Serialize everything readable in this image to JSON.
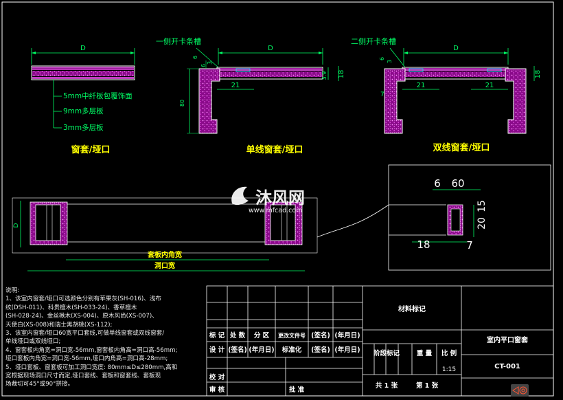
{
  "views": {
    "plain": {
      "title": "窗套/垭口",
      "dim_label": "D",
      "leaders": [
        "5mm中纤板包覆饰面",
        "9mm多层板",
        "3mm多层板"
      ]
    },
    "single": {
      "title": "单线窗套/垭口",
      "callout": "一侧开卡条槽",
      "dims": {
        "d": "D",
        "a": "6",
        "b": "6",
        "c": "3",
        "w21": "21",
        "h18": "18",
        "h39": "3.9",
        "h80": "80"
      }
    },
    "double": {
      "title": "双线窗套/垭口",
      "callout": "二侧开卡条槽",
      "dims": {
        "d": "D",
        "a": "6",
        "b": "3",
        "c": "7",
        "w21a": "21",
        "w21b": "21",
        "h18": "18"
      }
    }
  },
  "elevation": {
    "dim_d": "D",
    "inner_width_label": "套板内角宽",
    "opening_width_label": "洞口宽"
  },
  "detail": {
    "dims": {
      "d6": "6",
      "d60": "60",
      "d15": "15",
      "d20": "20",
      "d18": "18",
      "d7": "7"
    }
  },
  "watermark": {
    "brand": "沐风网",
    "url": "www.mfcad.com"
  },
  "notes": [
    "说明:",
    "1、该室内窗套/垭口可选颜色分别有苹果灰(SH-016)、浅布",
    "纹(DSH-011)、科贵檀木(SH-033-24)、香草檀木",
    "(SH-028-24)、金丝楸木(XS-004)、原木风尚(XS-007)、",
    "天使白(XS-008)和瑞士黑胡桃(XS-112);",
    "3、该室内窗套/垭口60宽平口套线,可做单线窗套或双线窗套/",
    "单线垭口或双线垭口;",
    "4、窗套板内角宽=洞口宽-56mm,窗套板内角高=洞口高-56mm;",
    "垭口套板内角宽=洞口宽-56mm,垭口内角高=洞口高-28mm;",
    "5、垭口套板、窗套板可加工洞口宽度: 80mm≤D≤280mm,高和",
    "宽根据现场洞口尺寸而定,垭口套线、套板和窗套线、套板现",
    "场裁切可45°或90°拼接。"
  ],
  "title_block": {
    "row1": [
      "标 记",
      "处 数",
      "分 区",
      "更改文件号",
      "(签名)",
      "(年月日)"
    ],
    "row2": [
      "设 计",
      "(签名)",
      "(年月日)",
      "标准化",
      "(签名)",
      "(年月日)"
    ],
    "check": "校 对",
    "review": "审 核",
    "approve": "批 准",
    "material": "材料标记",
    "stage": "阶段标记",
    "weight": "重 量",
    "scale_label": "比 例",
    "scale_value": "1:15",
    "total_sheets": "共 1 张",
    "sheet_no": "第 1 张",
    "drawing_name": "室内平口窗套",
    "drawing_code": "CT-001"
  }
}
